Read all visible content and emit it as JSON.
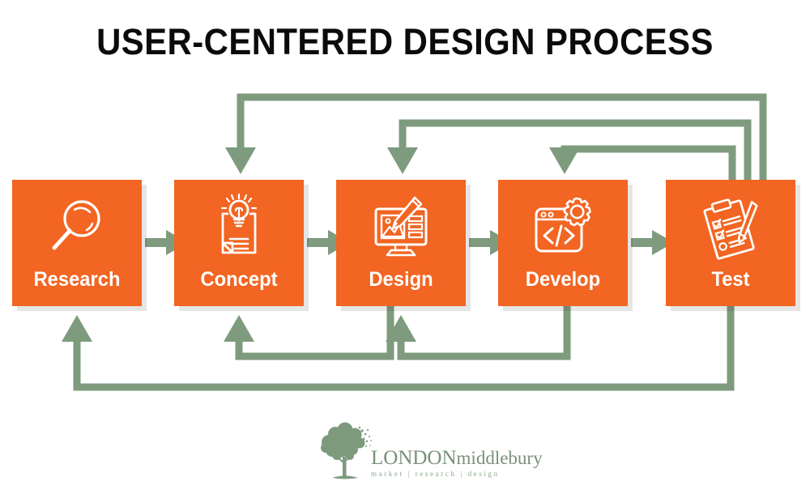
{
  "page": {
    "title": "USER-CENTERED DESIGN PROCESS",
    "background_color": "#ffffff",
    "accent_color": "#f26522",
    "arrow_color": "#7e9b7e",
    "title_color": "#0b0b0b"
  },
  "steps": [
    {
      "id": "research",
      "label": "Research",
      "icon": "magnifying-glass-icon",
      "order": 1
    },
    {
      "id": "concept",
      "label": "Concept",
      "icon": "lightbulb-document-icon",
      "order": 2
    },
    {
      "id": "design",
      "label": "Design",
      "icon": "monitor-pencil-icon",
      "order": 3
    },
    {
      "id": "develop",
      "label": "Develop",
      "icon": "code-window-gear-icon",
      "order": 4
    },
    {
      "id": "test",
      "label": "Test",
      "icon": "clipboard-checklist-pen-icon",
      "order": 5
    }
  ],
  "forward_arrows": [
    {
      "from": "research",
      "to": "concept"
    },
    {
      "from": "concept",
      "to": "design"
    },
    {
      "from": "design",
      "to": "develop"
    },
    {
      "from": "develop",
      "to": "test"
    }
  ],
  "feedback_arrows": [
    {
      "from": "test",
      "to": "concept",
      "route": "top"
    },
    {
      "from": "test",
      "to": "design",
      "route": "top"
    },
    {
      "from": "test",
      "to": "develop",
      "route": "top"
    },
    {
      "from": "test",
      "to": "research",
      "route": "bottom"
    },
    {
      "from": "develop",
      "to": "design",
      "route": "bottom"
    },
    {
      "from": "design",
      "to": "concept",
      "route": "bottom"
    }
  ],
  "logo": {
    "brand_primary": "LONDON",
    "brand_secondary": "middlebury",
    "tagline": "market  |  research  |  design",
    "icon": "tree-icon",
    "color": "#789178"
  }
}
